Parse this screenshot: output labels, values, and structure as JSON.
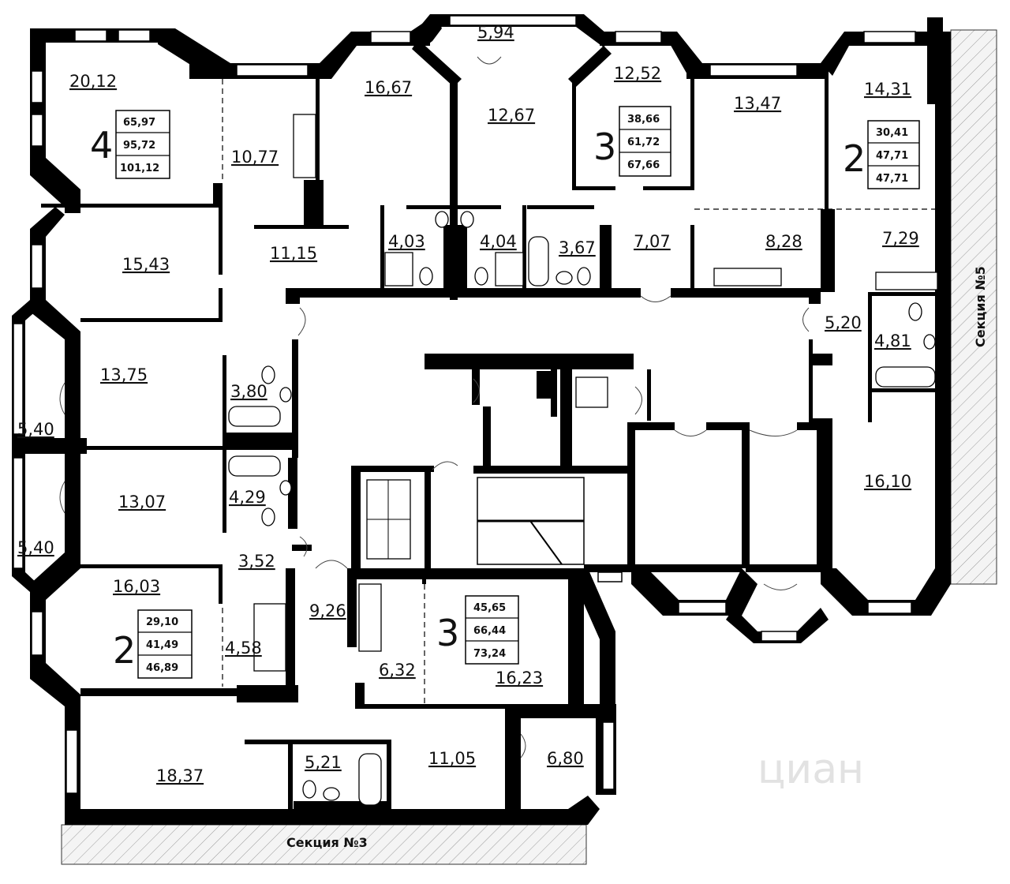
{
  "rooms": [
    {
      "id": "r1",
      "area": "20,12"
    },
    {
      "id": "r2",
      "area": "10,77"
    },
    {
      "id": "r3",
      "area": "16,67"
    },
    {
      "id": "r4",
      "area": "5,94"
    },
    {
      "id": "r5",
      "area": "12,67"
    },
    {
      "id": "r6",
      "area": "12,52"
    },
    {
      "id": "r7",
      "area": "13,47"
    },
    {
      "id": "r8",
      "area": "14,31"
    },
    {
      "id": "r9",
      "area": "15,43"
    },
    {
      "id": "r10",
      "area": "11,15"
    },
    {
      "id": "r11",
      "area": "4,03"
    },
    {
      "id": "r12",
      "area": "4,04"
    },
    {
      "id": "r13",
      "area": "3,67"
    },
    {
      "id": "r14",
      "area": "7,07"
    },
    {
      "id": "r15",
      "area": "8,28"
    },
    {
      "id": "r16",
      "area": "7,29"
    },
    {
      "id": "r17",
      "area": "5,20"
    },
    {
      "id": "r18",
      "area": "4,81"
    },
    {
      "id": "r19",
      "area": "13,75"
    },
    {
      "id": "r20",
      "area": "3,80"
    },
    {
      "id": "r21",
      "area": "5,40"
    },
    {
      "id": "r22",
      "area": "13,07"
    },
    {
      "id": "r23",
      "area": "4,29"
    },
    {
      "id": "r24",
      "area": "5,40"
    },
    {
      "id": "r25",
      "area": "3,52"
    },
    {
      "id": "r26",
      "area": "16,03"
    },
    {
      "id": "r27",
      "area": "9,26"
    },
    {
      "id": "r28",
      "area": "4,58"
    },
    {
      "id": "r29",
      "area": "6,32"
    },
    {
      "id": "r30",
      "area": "16,23"
    },
    {
      "id": "r31",
      "area": "16,10"
    },
    {
      "id": "r32",
      "area": "18,37"
    },
    {
      "id": "r33",
      "area": "5,21"
    },
    {
      "id": "r34",
      "area": "11,05"
    },
    {
      "id": "r35",
      "area": "6,80"
    }
  ],
  "apartments": [
    {
      "rooms": "4",
      "values": [
        "65,97",
        "95,72",
        "101,12"
      ]
    },
    {
      "rooms": "3",
      "values": [
        "38,66",
        "61,72",
        "67,66"
      ]
    },
    {
      "rooms": "2",
      "values": [
        "30,41",
        "47,71",
        "47,71"
      ]
    },
    {
      "rooms": "2",
      "values": [
        "29,10",
        "41,49",
        "46,89"
      ]
    },
    {
      "rooms": "3",
      "values": [
        "45,65",
        "66,44",
        "73,24"
      ]
    }
  ],
  "sections": {
    "right": "Секция №5",
    "bottom": "Секция №3"
  },
  "watermark": "циан"
}
